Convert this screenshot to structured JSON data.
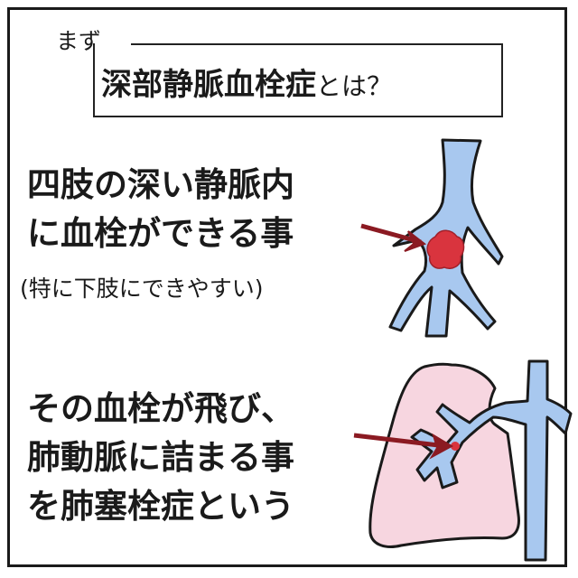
{
  "intro": "まず",
  "title": {
    "main": "深部静脈血栓症",
    "suffix": "とは？"
  },
  "dvt": {
    "line1": "四肢の深い静脈内",
    "line2": "に血栓ができる事",
    "note": "(特に下肢にできやすい)"
  },
  "pe": {
    "line1": "その血栓が飛び、",
    "line2": "肺動脈に詰まる事",
    "line3": "を肺塞栓症という"
  },
  "colors": {
    "vein": "#a8c8ef",
    "clot": "#d9343e",
    "lung": "#f7d6e0",
    "arrow": "#8b1a22"
  }
}
